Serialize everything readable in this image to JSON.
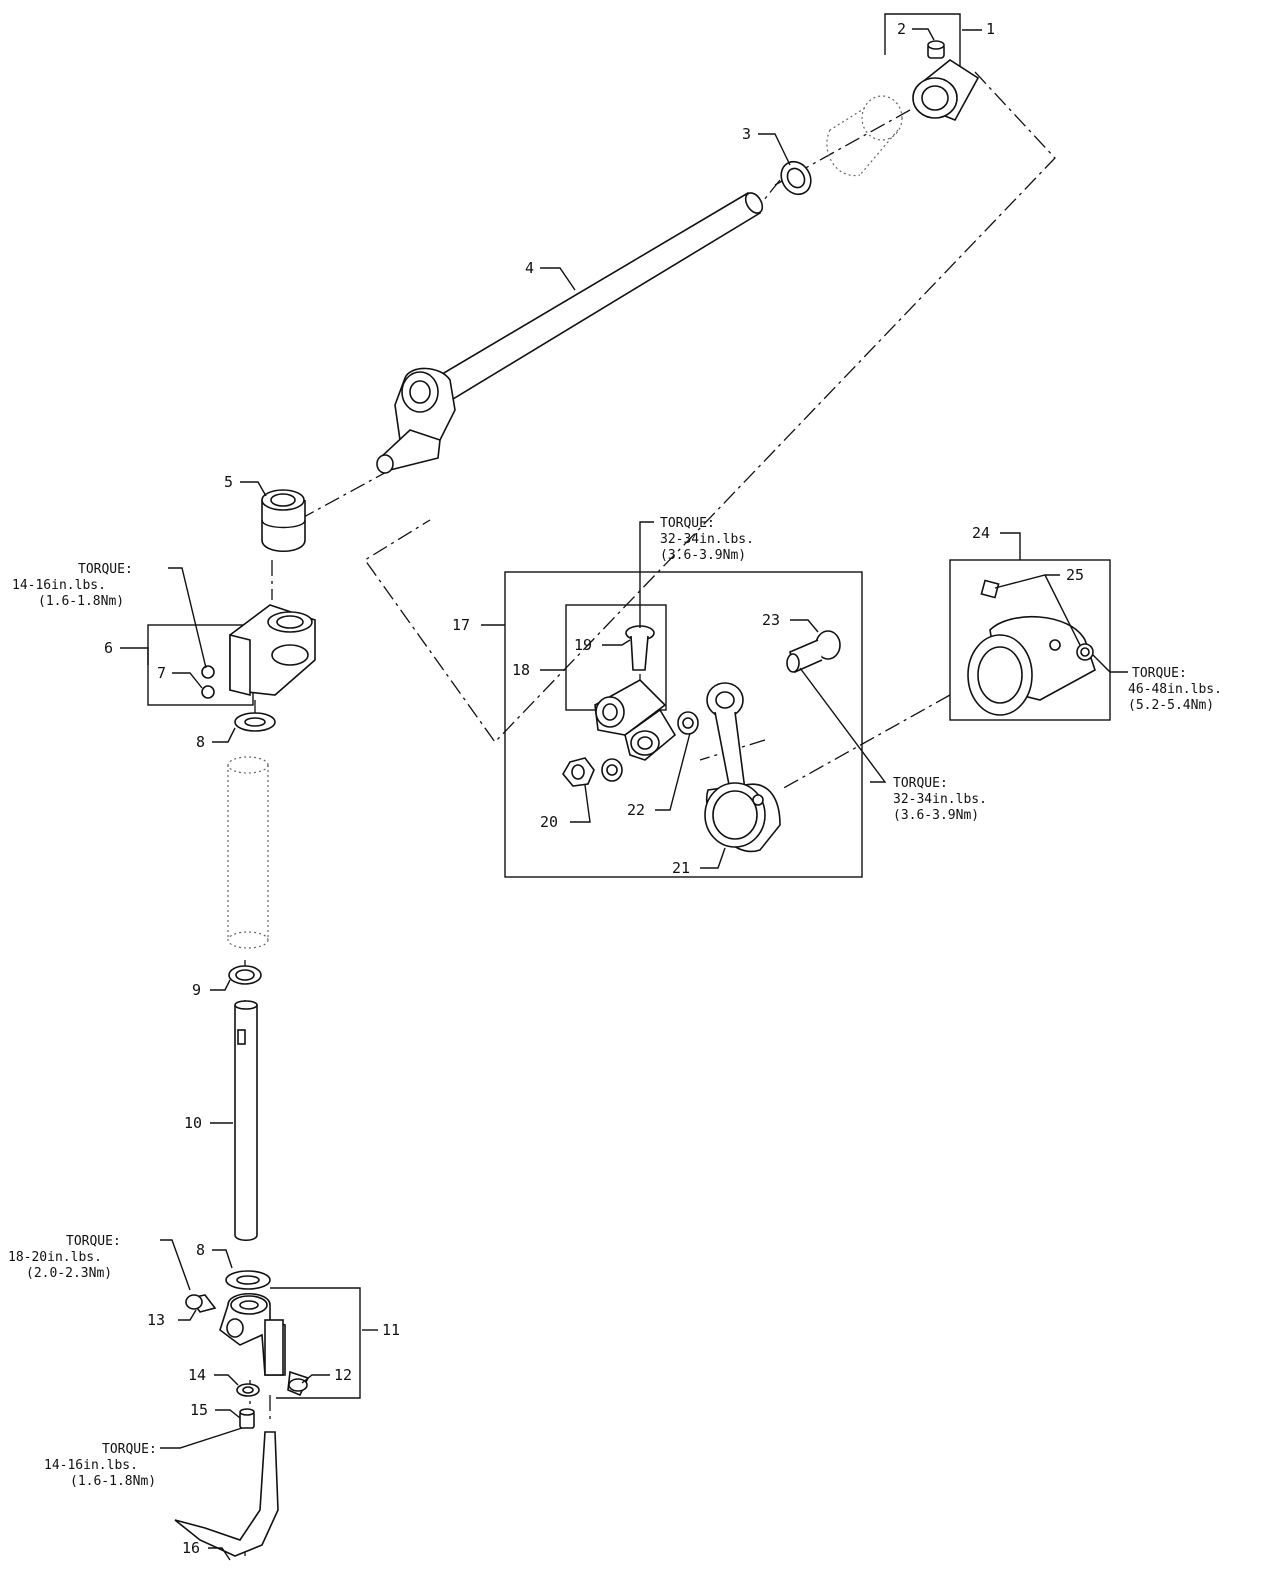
{
  "diagram": {
    "callouts": {
      "c1": "1",
      "c2": "2",
      "c3": "3",
      "c4": "4",
      "c5": "5",
      "c6": "6",
      "c7": "7",
      "c8a": "8",
      "c8b": "8",
      "c9": "9",
      "c10": "10",
      "c11": "11",
      "c12": "12",
      "c13": "13",
      "c14": "14",
      "c15": "15",
      "c16": "16",
      "c17": "17",
      "c18": "18",
      "c19": "19",
      "c20": "20",
      "c21": "21",
      "c22": "22",
      "c23": "23",
      "c24": "24",
      "c25": "25"
    },
    "torque": {
      "t19": {
        "title": "TORQUE:",
        "line1": "32-34in.lbs.",
        "line2": "(3.6-3.9Nm)"
      },
      "t7": {
        "title": "TORQUE:",
        "line1": "14-16in.lbs.",
        "line2": "(1.6-1.8Nm)"
      },
      "t23": {
        "title": "TORQUE:",
        "line1": "32-34in.lbs.",
        "line2": "(3.6-3.9Nm)"
      },
      "t25": {
        "title": "TORQUE:",
        "line1": "46-48in.lbs.",
        "line2": "(5.2-5.4Nm)"
      },
      "t13": {
        "title": "TORQUE:",
        "line1": "18-20in.lbs.",
        "line2": "(2.0-2.3Nm)"
      },
      "t15": {
        "title": "TORQUE:",
        "line1": "14-16in.lbs.",
        "line2": "(1.6-1.8Nm)"
      }
    }
  }
}
